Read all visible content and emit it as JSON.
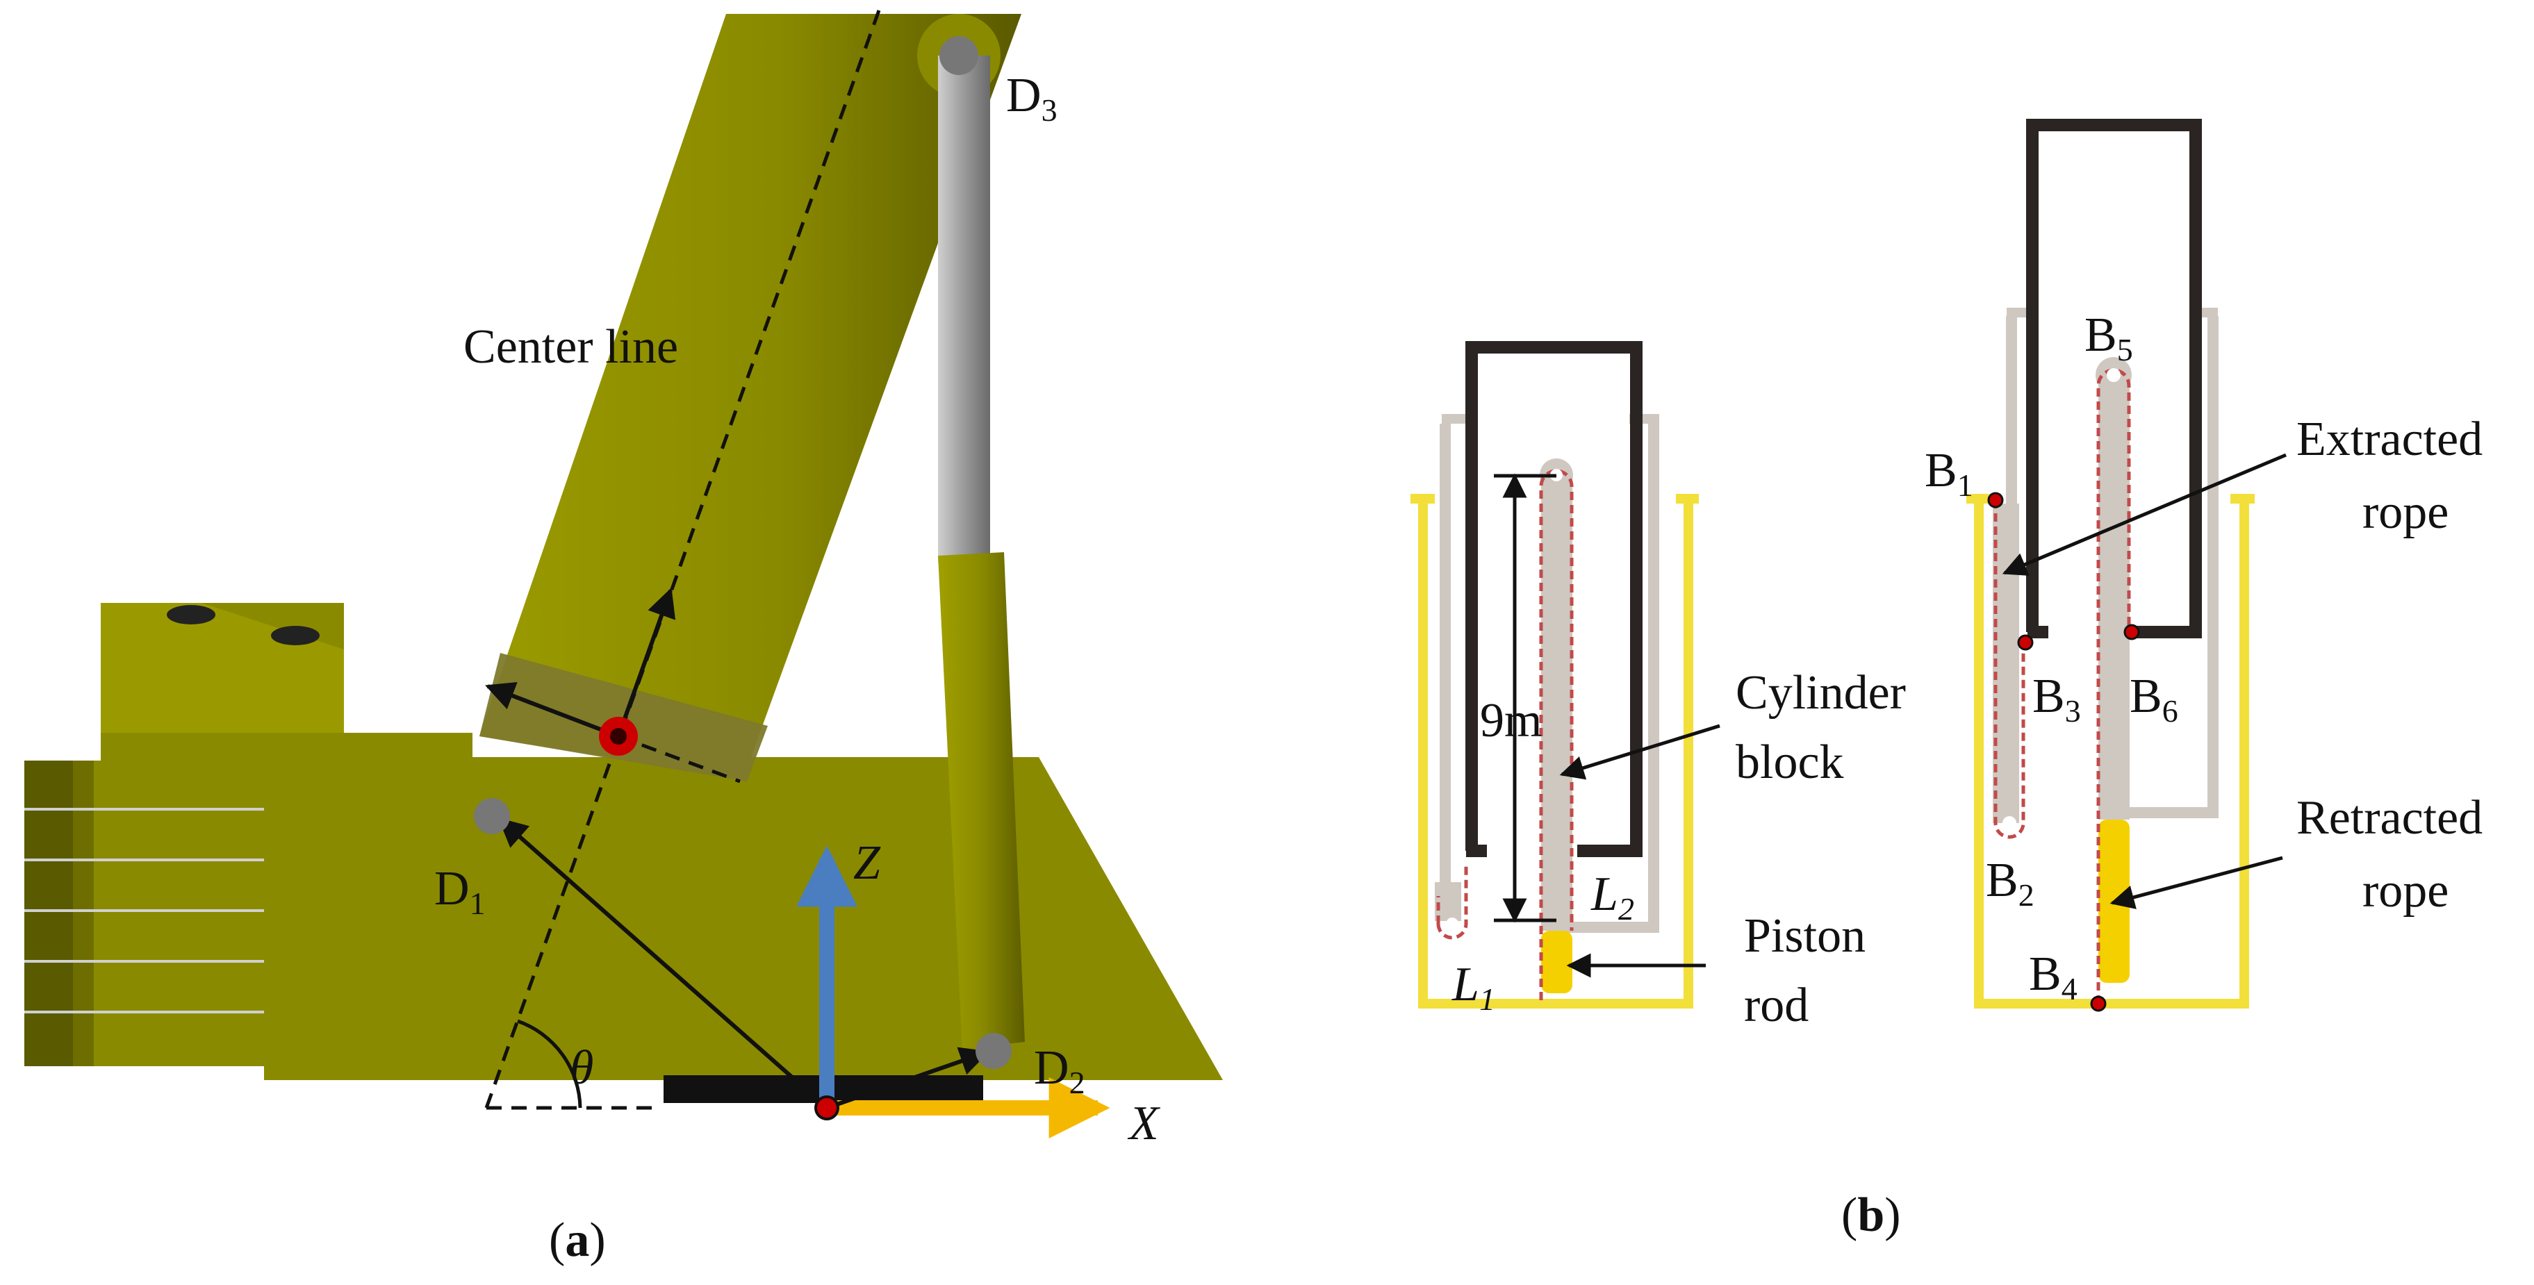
{
  "panel_a": {
    "caption_open": "(",
    "caption_letter": "a",
    "caption_close": ")",
    "center_line_label": "Center line",
    "theta_label": "θ",
    "z_axis_label": "Z",
    "x_axis_label": "X",
    "points": [
      {
        "base": "D",
        "sub": "1"
      },
      {
        "base": "D",
        "sub": "2"
      },
      {
        "base": "D",
        "sub": "3"
      }
    ],
    "colors": {
      "boom": "#8a8a00",
      "boom_shade": "#6e6e00",
      "piston": "#9a9a9a",
      "z_axis": "#4a7ec0",
      "x_axis": "#f5b800",
      "joint": "#cc0000"
    }
  },
  "panel_b": {
    "caption_open": "(",
    "caption_letter": "b",
    "caption_close": ")",
    "dimension_label": "9m",
    "lengths": [
      {
        "base": "L",
        "sub": "1"
      },
      {
        "base": "L",
        "sub": "2"
      }
    ],
    "labels": {
      "cylinder_line1": "Cylinder",
      "cylinder_line2": "block",
      "piston_line1": "Piston",
      "piston_line2": "rod",
      "extracted_line1": "Extracted",
      "extracted_line2": "rope",
      "retracted_line1": "Retracted",
      "retracted_line2": "rope"
    },
    "points": [
      {
        "base": "B",
        "sub": "1"
      },
      {
        "base": "B",
        "sub": "2"
      },
      {
        "base": "B",
        "sub": "3"
      },
      {
        "base": "B",
        "sub": "4"
      },
      {
        "base": "B",
        "sub": "5"
      },
      {
        "base": "B",
        "sub": "6"
      }
    ],
    "colors": {
      "outer_frame": "#f2df3a",
      "inner_frame": "#cfc8c0",
      "cylinder_frame": "#2a2522",
      "rope": "#c24a4a",
      "piston_rod": "#f5d000"
    }
  }
}
